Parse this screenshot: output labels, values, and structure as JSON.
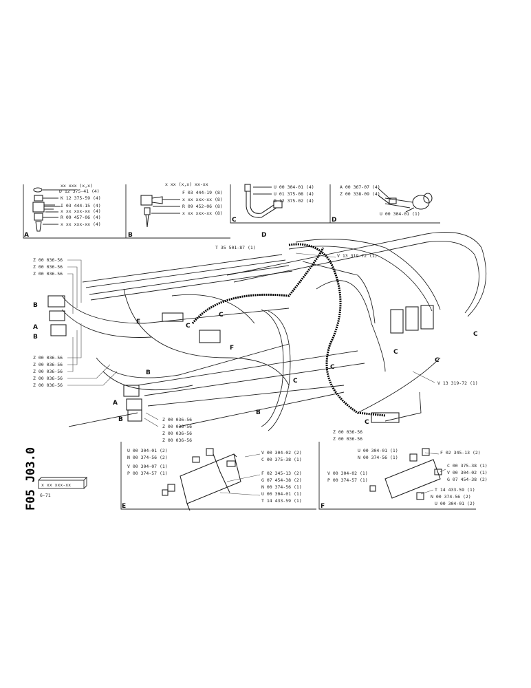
{
  "sheet_code": "F05 J03.0",
  "ref_box": "x xx xxx-xx",
  "ref_small": "6-71",
  "insets": {
    "A": {
      "tag": "A",
      "header": "xx xxx  (x,x)",
      "items": [
        "D 12 375-41 (4)",
        "K 12 375-59 (4)",
        "I 03 444-15 (4)",
        "x xx xxx-xx (4)",
        "R 09 457-06 (4)",
        "x xx xxx-xx (4)"
      ]
    },
    "B": {
      "tag": "B",
      "header": "x xx  (x,x)  xx-xx",
      "items": [
        "F 03 444-19 (8)",
        "x xx xxx-xx (8)",
        "R 09 452-06 (8)",
        "x xx xxx-xx (8)"
      ]
    },
    "C": {
      "tag": "C",
      "items": [
        "U 00 304-01 (4)",
        "U 01 375-08 (4)",
        "B 12 375-02 (4)"
      ]
    },
    "D": {
      "tag": "D",
      "items": [
        "A 00 367-07 (4)",
        "Z 00 338-09 (4)",
        "U 00 304-01 (1)"
      ]
    }
  },
  "callouts": {
    "top_part": "T 35 501-87 (1)",
    "hose1": "V 13 319-72 (1)",
    "hose2": "V 13 319-72 (1)",
    "z_top": [
      "Z 00 036-56",
      "Z 00 036-56",
      "Z 00 036-56"
    ],
    "z_mid": [
      "Z 00 036-56",
      "Z 00 036-56",
      "Z 00 036-56",
      "Z 00 036-56",
      "Z 00 036-56"
    ],
    "z_low": [
      "Z 00 036-56",
      "Z 00 036-56",
      "Z 00 036-56",
      "Z 00 036-56"
    ],
    "z_bottom": [
      "Z 00 036-56",
      "Z 00 036-56"
    ],
    "letters": [
      "A",
      "B",
      "C",
      "D",
      "E",
      "F"
    ]
  },
  "detail_E": {
    "tag": "E",
    "left": [
      "U 00 304-01 (2)",
      "N 00 374-56 (2)",
      "V 00 304-07 (1)",
      "P 00 374-57 (1)"
    ],
    "right": [
      "V 00 304-02 (2)",
      "C 00 375-38 (1)",
      "F 02 345-13 (2)",
      "G 07 454-38 (2)",
      "N 00 374-56 (1)",
      "U 00 304-01 (1)",
      "T 14 433-59 (1)"
    ]
  },
  "detail_F": {
    "tag": "F",
    "left": [
      "U 00 304-01 (1)",
      "N 00 374-56 (1)",
      "V 00 304-02 (1)",
      "P 00 374-57 (1)"
    ],
    "right": [
      "F 02 345-13 (2)",
      "C 00 375-38 (1)",
      "V 00 304-02 (1)",
      "G 07 454-38 (2)",
      "T 14 433-59 (1)",
      "N 00 374-56 (2)",
      "U 00 304-01 (2)"
    ]
  }
}
